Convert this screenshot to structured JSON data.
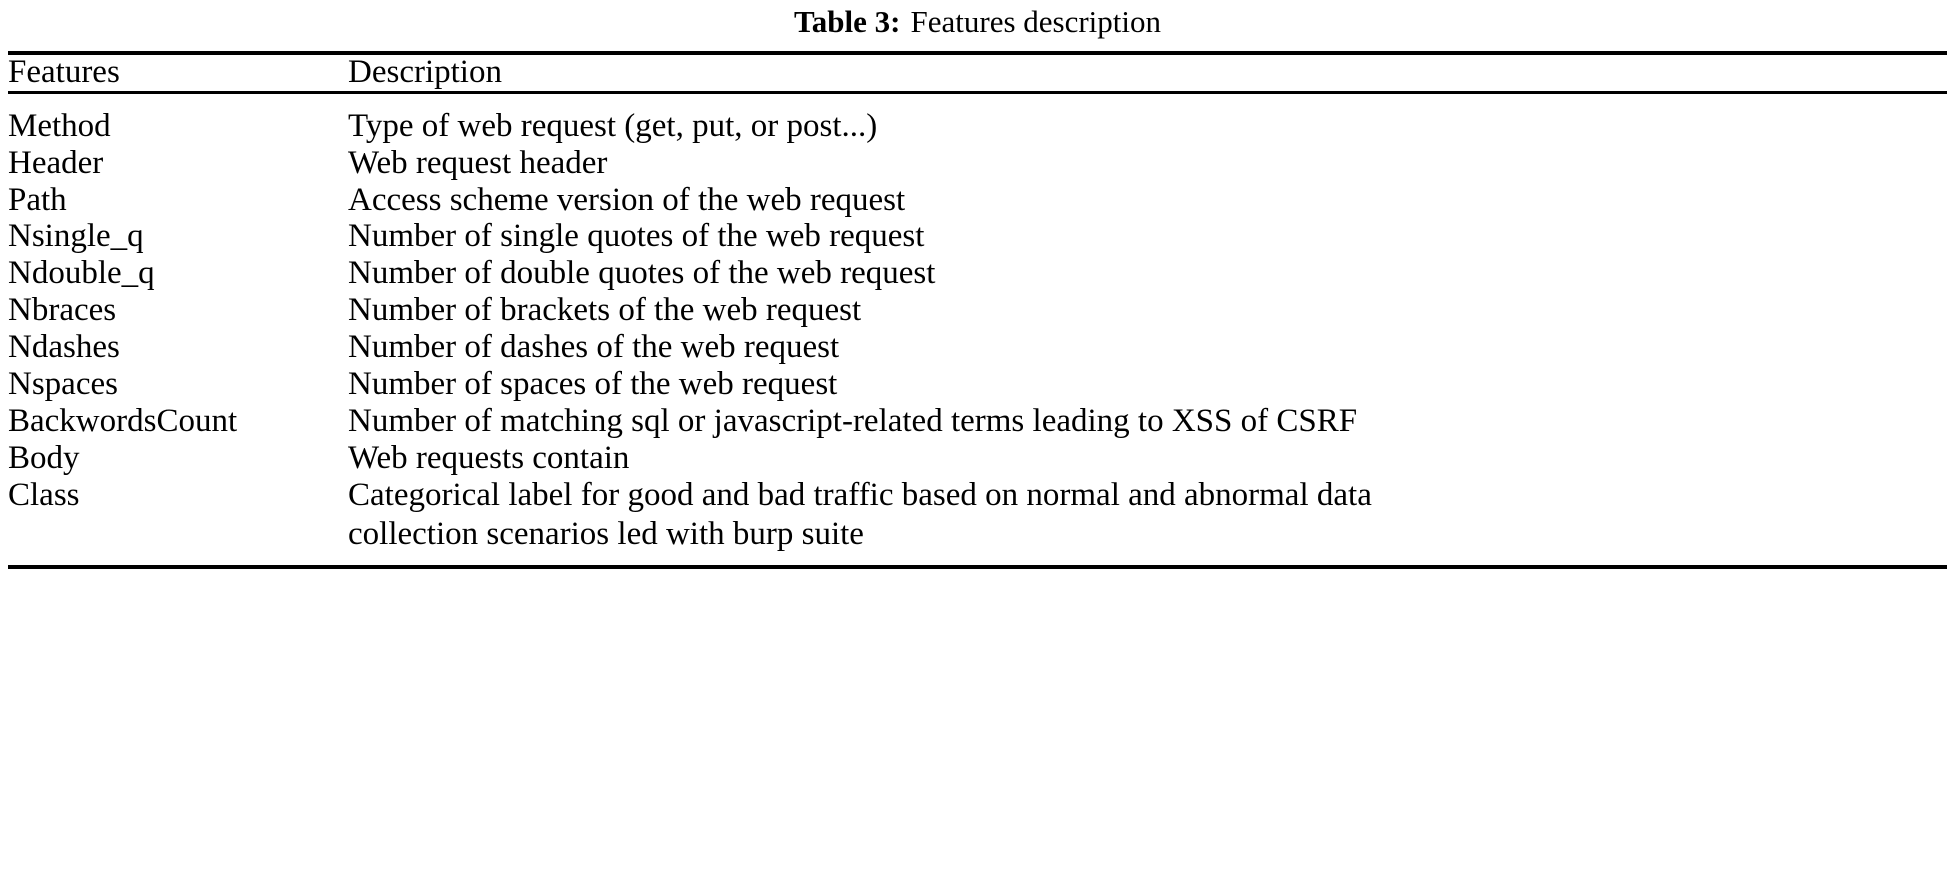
{
  "caption": {
    "label": "Table 3:",
    "text": "Features description"
  },
  "table": {
    "columns": [
      {
        "key": "feature",
        "header": "Features"
      },
      {
        "key": "description",
        "header": "Description"
      }
    ],
    "rows": [
      {
        "feature": "Method",
        "description": [
          "Type of web request (get, put, or post...)"
        ]
      },
      {
        "feature": "Header",
        "description": [
          "Web request header"
        ]
      },
      {
        "feature": "Path",
        "description": [
          "Access scheme version of the web request"
        ]
      },
      {
        "feature": "Nsingle_q",
        "description": [
          "Number of single quotes of the web request"
        ]
      },
      {
        "feature": "Ndouble_q",
        "description": [
          "Number of double quotes of the web request"
        ]
      },
      {
        "feature": "Nbraces",
        "description": [
          "Number of brackets of the web request"
        ]
      },
      {
        "feature": "Ndashes",
        "description": [
          "Number of dashes of the web request"
        ]
      },
      {
        "feature": "Nspaces",
        "description": [
          "Number of spaces of the web request"
        ]
      },
      {
        "feature": "BackwordsCount",
        "description": [
          "Number of matching sql or javascript-related terms leading to XSS of CSRF"
        ]
      },
      {
        "feature": "Body",
        "description": [
          "Web requests contain"
        ]
      },
      {
        "feature": "Class",
        "description": [
          "Categorical label for good and bad traffic based on normal and abnormal data",
          "collection scenarios led with burp suite"
        ]
      }
    ]
  },
  "colors": {
    "text": "#000000",
    "background": "#ffffff",
    "rule": "#000000"
  }
}
